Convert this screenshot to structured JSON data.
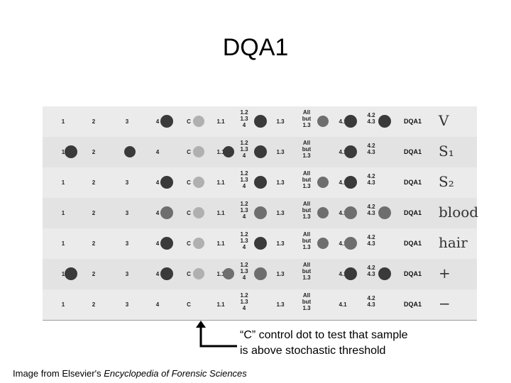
{
  "slide": {
    "title": "DQA1",
    "annotation_line1": "“C” control dot to test that sample",
    "annotation_line2": "is above stochastic threshold",
    "credit_prefix": "Image from Elsevier's ",
    "credit_italic": "Encyclopedia of Forensic Sciences"
  },
  "strip_labels": {
    "l1": "1",
    "l2": "2",
    "l3": "3",
    "l4": "4",
    "c": "C",
    "l11": "1.1",
    "l12a": "1.2",
    "l12b": "1.3",
    "l12c": "4",
    "l13": "1.3",
    "all_a": "All",
    "all_b": "but",
    "all_c": "1.3",
    "l41": "4.1",
    "l42a": "4.2",
    "l42b": "4.3",
    "locus": "DQA1"
  },
  "rows": [
    {
      "note": "V",
      "dots": {
        "l4": "dark",
        "c": "light",
        "l12": "dark",
        "all": "mid",
        "l41": "dark",
        "l42": "dark"
      }
    },
    {
      "note": "S₁",
      "dots": {
        "l1": "dark",
        "l3": "dark",
        "c": "light",
        "l11": "dark",
        "l13": "dark",
        "l41": "dark"
      }
    },
    {
      "note": "S₂",
      "dots": {
        "l4": "dark",
        "c": "light",
        "l12": "dark",
        "all": "mid",
        "l41": "dark"
      }
    },
    {
      "note": "blood",
      "dots": {
        "l4": "mid",
        "c": "light",
        "l13": "mid",
        "all": "mid",
        "l41": "mid",
        "l42": "mid"
      }
    },
    {
      "note": "hair",
      "dots": {
        "l4": "dark",
        "c": "light",
        "l12": "dark",
        "all": "mid",
        "l41": "mid"
      }
    },
    {
      "note": "+",
      "dots": {
        "l1": "dark",
        "l4": "dark",
        "c": "light",
        "l11": "mid",
        "l13": "mid",
        "l41": "dark",
        "l42": "dark"
      }
    },
    {
      "note": "−",
      "dots": {}
    }
  ],
  "colors": {
    "dark": "#3a3a3a",
    "mid": "#6e6e6e",
    "light": "#b0b0b0"
  }
}
